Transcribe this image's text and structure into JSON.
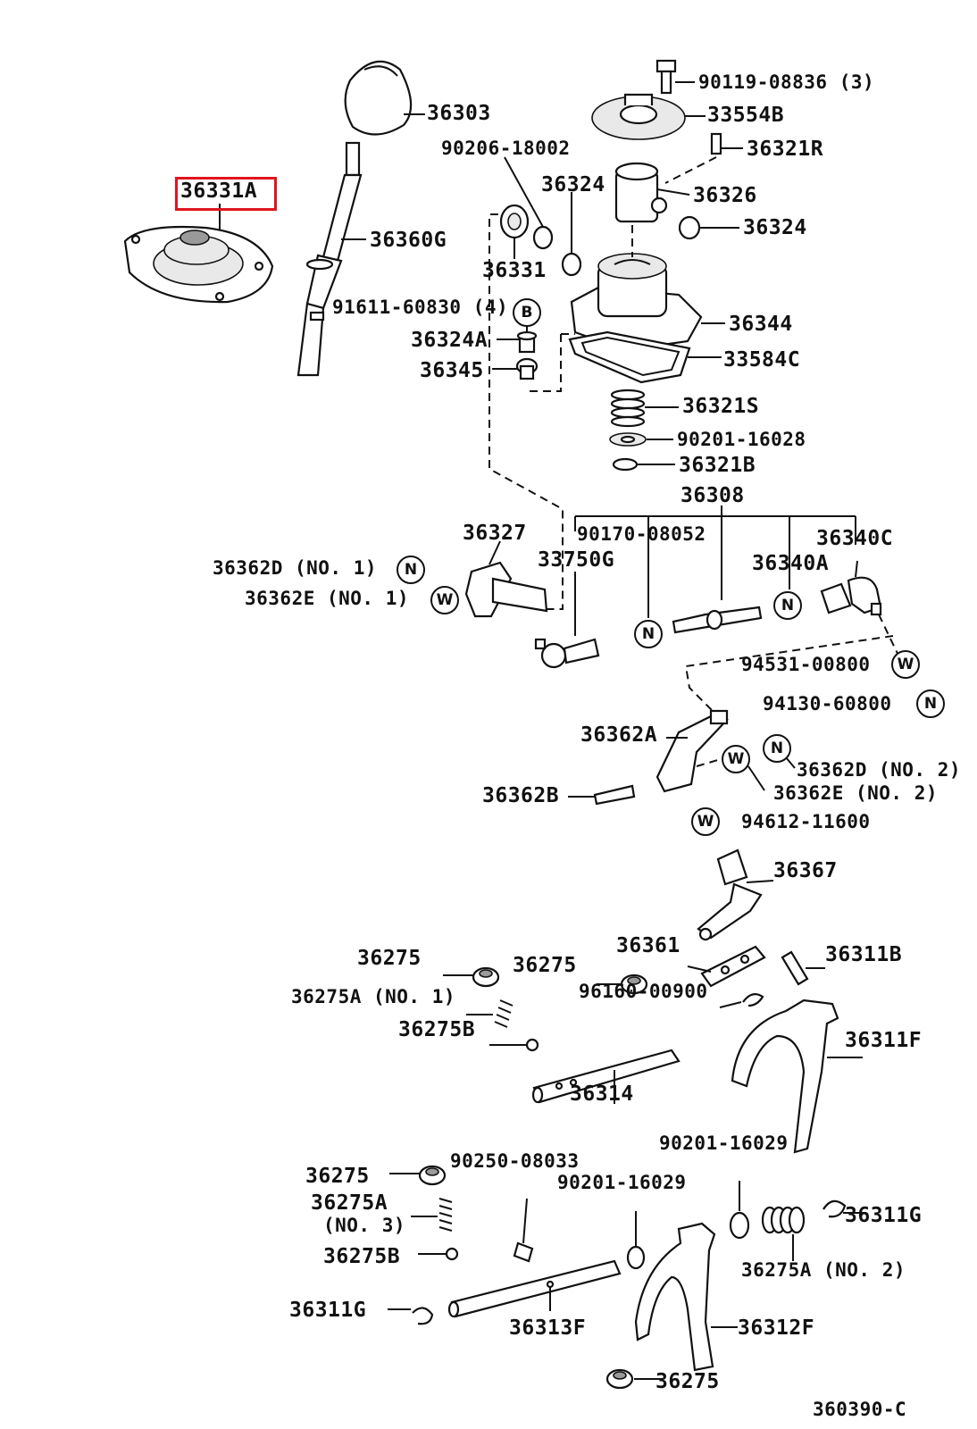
{
  "diagram": {
    "highlighted_part": "36331A",
    "figure_code": "360390-C",
    "labels": {
      "p90119": "90119-08836 (3)",
      "p33554B": "33554B",
      "p36321R": "36321R",
      "p36303": "36303",
      "p90206": "90206-18002",
      "p36324a": "36324",
      "p36326": "36326",
      "p36324b": "36324",
      "p36331A": "36331A",
      "p36360G": "36360G",
      "p36331": "36331",
      "p91611": "91611-60830 (4)",
      "p36344": "36344",
      "p36324A": "36324A",
      "p33584C": "33584C",
      "p36345": "36345",
      "p36321S": "36321S",
      "p90201a": "90201-16028",
      "p36321B": "36321B",
      "p36308": "36308",
      "p36327": "36327",
      "p90170": "90170-08052",
      "p36340C": "36340C",
      "p36362D1": "36362D (NO. 1)",
      "p33750G": "33750G",
      "p36340A": "36340A",
      "p36362E1": "36362E (NO. 1)",
      "p94531": "94531-00800",
      "p94130": "94130-60800",
      "p36362A": "36362A",
      "p36362D2": "36362D (NO. 2)",
      "p36362B": "36362B",
      "p36362E2": "36362E (NO. 2)",
      "p94612": "94612-11600",
      "p36367": "36367",
      "p36275a": "36275",
      "p36361": "36361",
      "p36311B": "36311B",
      "p36275b": "36275",
      "p36275A1": "36275A (NO. 1)",
      "p96160": "96160-00900",
      "p36275B1": "36275B",
      "p36311F": "36311F",
      "p36314": "36314",
      "p90201b": "90201-16029",
      "p36275c": "36275",
      "p90250": "90250-08033",
      "p36275A3": "36275A",
      "p36275A3b": "(NO. 3)",
      "p90201c": "90201-16029",
      "p36311Ga": "36311G",
      "p36275B2": "36275B",
      "p36275A2": "36275A (NO. 2)",
      "p36311Gb": "36311G",
      "p36313F": "36313F",
      "p36312F": "36312F",
      "p36275d": "36275"
    },
    "callouts": {
      "B": "B",
      "N": "N",
      "W": "W"
    }
  }
}
